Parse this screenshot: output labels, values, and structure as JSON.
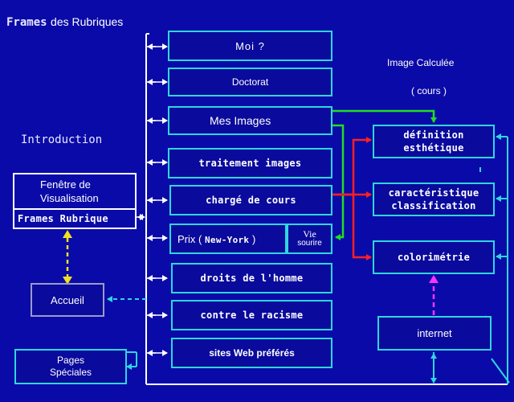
{
  "header": {
    "title_a": "Frames",
    "title_b": "des Rubriques"
  },
  "left": {
    "introduction": "Introduction",
    "fenetre_line1": "Fenêtre de",
    "fenetre_line2": "Visualisation",
    "frames_rubrique": "Frames Rubrique",
    "accueil": "Accueil",
    "pages_line1": "Pages",
    "pages_line2": "Spéciales"
  },
  "menu": {
    "moi": "Moi ?",
    "doctorat": "Doctorat",
    "mes_images": "Mes Images",
    "traitement": "traitement images",
    "charge": "chargé de cours",
    "prix_a": "Prix (",
    "prix_city": "New-York",
    "prix_b": ")",
    "vie_line1": "Vie",
    "vie_line2": "sourire",
    "droits": "droits de l'homme",
    "racisme": "contre le racisme",
    "sites": "sites Web préférés"
  },
  "right": {
    "image_calculee": "Image Calculée",
    "cours": "( cours )",
    "definition_line1": "définition",
    "definition_line2": "esthétique",
    "caracteristique_line1": "caractéristique",
    "caracteristique_line2": "classification",
    "colorimetrie": "colorimétrie",
    "internet": "internet"
  },
  "colors": {
    "background": "#0a0aa8",
    "box_border": "#2fd6e0",
    "frame_border": "#ffffff",
    "green_link": "#22dd22",
    "red_link": "#ff2020",
    "yellow_link": "#f0e020",
    "magenta_link": "#ff33ff",
    "cyan_link": "#2fd6e0"
  }
}
